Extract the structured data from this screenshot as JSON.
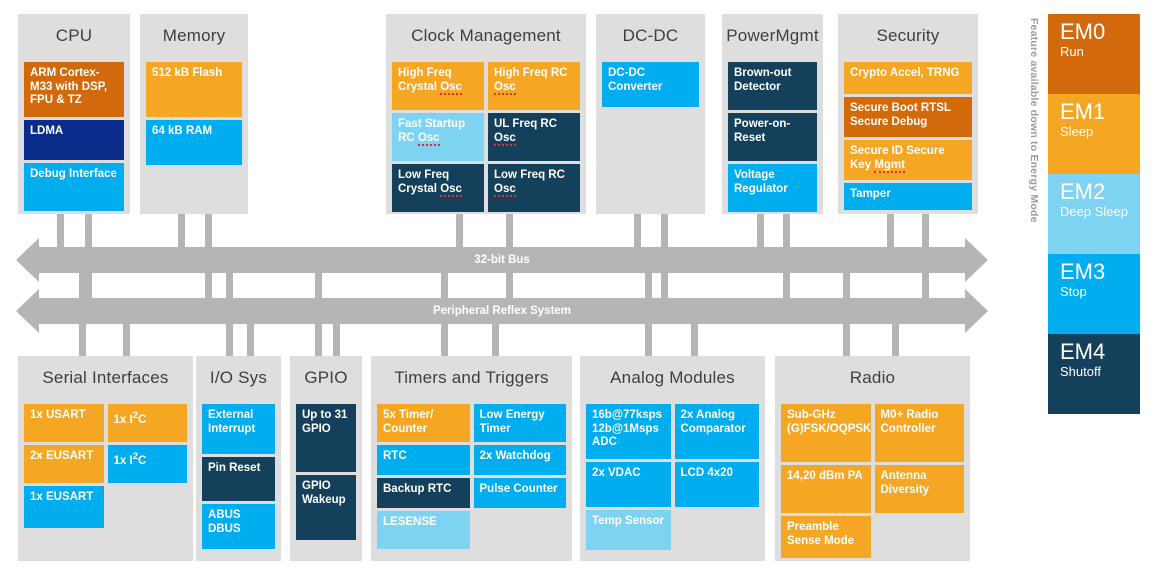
{
  "buses": [
    {
      "label": "32-bit Bus"
    },
    {
      "label": "Peripheral Reflex System"
    }
  ],
  "top_cards": [
    {
      "title": "CPU",
      "blocks": [
        {
          "label": "ARM Cortex-M33 with DSP, FPU & TZ",
          "color": "orange"
        },
        {
          "label": "LDMA",
          "color": "navy"
        },
        {
          "label": "Debug Interface",
          "color": "cyan"
        }
      ]
    },
    {
      "title": "Memory",
      "blocks": [
        {
          "label": "512 kB Flash",
          "color": "amber"
        },
        {
          "label": "64 kB RAM",
          "color": "cyan"
        }
      ]
    },
    {
      "title": "Clock Management",
      "blocks": [
        {
          "label": "High Freq Crystal Osc",
          "color": "amber"
        },
        {
          "label": "High Freq RC Osc",
          "color": "amber"
        },
        {
          "label": "Fast Startup RC Osc",
          "color": "lcyan"
        },
        {
          "label": "UL Freq RC Osc",
          "color": "dnavy"
        },
        {
          "label": "Low Freq Crystal Osc",
          "color": "dnavy"
        },
        {
          "label": "Low Freq RC Osc",
          "color": "dnavy"
        }
      ]
    },
    {
      "title": "DC-DC",
      "blocks": [
        {
          "label": "DC-DC Converter",
          "color": "cyan"
        }
      ]
    },
    {
      "title": "Power Mgmt",
      "blocks": [
        {
          "label": "Brown-out Detector",
          "color": "dnavy"
        },
        {
          "label": "Power-on-Reset",
          "color": "dnavy"
        },
        {
          "label": "Voltage Regulator",
          "color": "cyan"
        }
      ]
    },
    {
      "title": "Security",
      "blocks": [
        {
          "label": "Crypto Accel, TRNG",
          "color": "amber"
        },
        {
          "label": "Secure Boot RTSL Secure Debug",
          "color": "orange"
        },
        {
          "label": "Secure ID Secure Key Mgmt",
          "color": "amber"
        },
        {
          "label": "Tamper",
          "color": "cyan"
        }
      ]
    }
  ],
  "bottom_cards": [
    {
      "title": "Serial Interfaces",
      "blocks": [
        {
          "label": "1x USART",
          "color": "amber"
        },
        {
          "label": "1x I2C",
          "color": "amber"
        },
        {
          "label": "2x EUSART",
          "color": "amber"
        },
        {
          "label": "1x I2C",
          "color": "cyan"
        },
        {
          "label": "1x EUSART",
          "color": "cyan"
        }
      ]
    },
    {
      "title": "I/O Sys",
      "blocks": [
        {
          "label": "External Interrupt",
          "color": "cyan"
        },
        {
          "label": "Pin Reset",
          "color": "dnavy"
        },
        {
          "label": "ABUS DBUS",
          "color": "cyan"
        }
      ]
    },
    {
      "title": "GPIO",
      "blocks": [
        {
          "label": "Up to 31 GPIO",
          "color": "dnavy"
        },
        {
          "label": "GPIO Wakeup",
          "color": "dnavy"
        }
      ]
    },
    {
      "title": "Timers and Triggers",
      "blocks": [
        {
          "label": "5x Timer/ Counter",
          "color": "amber"
        },
        {
          "label": "Low Energy Timer",
          "color": "cyan"
        },
        {
          "label": "RTC",
          "color": "cyan"
        },
        {
          "label": "2x Watchdog",
          "color": "cyan"
        },
        {
          "label": "Backup RTC",
          "color": "dnavy"
        },
        {
          "label": "Pulse Counter",
          "color": "cyan"
        },
        {
          "label": "LESENSE",
          "color": "lcyan"
        }
      ]
    },
    {
      "title": "Analog Modules",
      "blocks": [
        {
          "label": "16b@77ksps 12b@1Msps ADC",
          "color": "cyan"
        },
        {
          "label": "2x Analog Comparator",
          "color": "cyan"
        },
        {
          "label": "2x VDAC",
          "color": "cyan"
        },
        {
          "label": "LCD 4x20",
          "color": "cyan"
        },
        {
          "label": "Temp Sensor",
          "color": "lcyan"
        }
      ]
    },
    {
      "title": "Radio",
      "blocks": [
        {
          "label": "Sub-GHz (G)FSK/OQPSK)",
          "color": "amber"
        },
        {
          "label": "M0+ Radio Controller",
          "color": "amber"
        },
        {
          "label": "14,20 dBm PA",
          "color": "amber"
        },
        {
          "label": "Antenna Diversity",
          "color": "amber"
        },
        {
          "label": "Preamble Sense Mode",
          "color": "amber"
        }
      ]
    }
  ],
  "legend": {
    "axis_label": "Feature available down to Energy Mode",
    "modes": [
      {
        "em": "EM0",
        "state": "Run",
        "color": "#D2690A"
      },
      {
        "em": "EM1",
        "state": "Sleep",
        "color": "#F5A623"
      },
      {
        "em": "EM2",
        "state": "Deep Sleep",
        "color": "#7FD3F2"
      },
      {
        "em": "EM3",
        "state": "Stop",
        "color": "#00ADEE"
      },
      {
        "em": "EM4",
        "state": "Shutoff",
        "color": "#14405C"
      }
    ]
  },
  "colors": {
    "card_bg": "#DEDEDE",
    "bus": "#B5B5B5",
    "orange": "#D2690A",
    "amber": "#F5A623",
    "navy": "#0B2C8A",
    "dark_navy": "#14405C",
    "cyan": "#00ADEE",
    "light_cyan": "#7FD3F2"
  }
}
